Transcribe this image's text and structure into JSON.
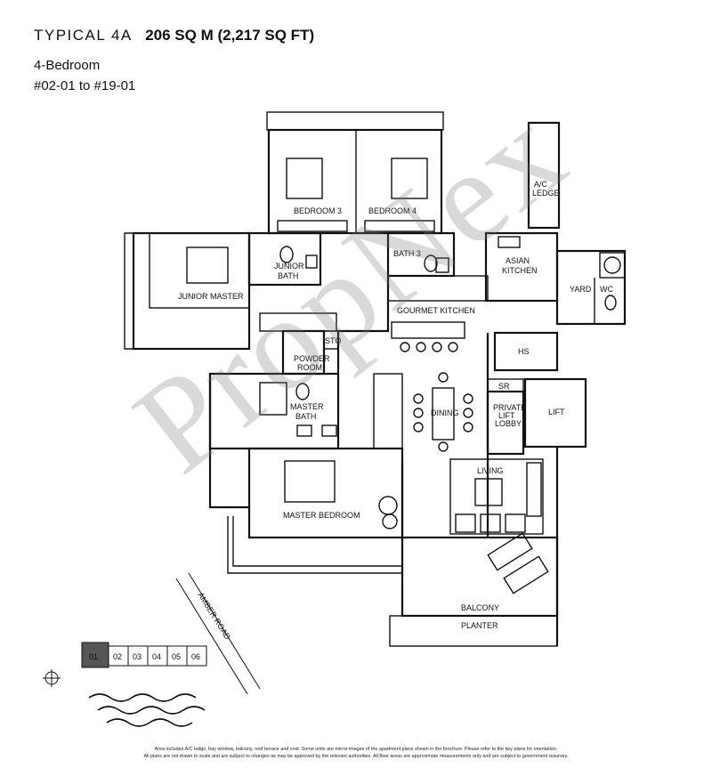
{
  "header": {
    "type_label": "TYPICAL 4A",
    "area": "206 SQ M (2,217 SQ FT)",
    "bedrooms": "4-Bedroom",
    "units": "#02-01 to #19-01"
  },
  "rooms": {
    "bedroom3": "BEDROOM 3",
    "bedroom4": "BEDROOM 4",
    "junior_master": "JUNIOR MASTER",
    "junior_bath_1": "JUNIOR",
    "junior_bath_2": "BATH",
    "bath3": "BATH 3",
    "ac_ledge_1": "A/C",
    "ac_ledge_2": "LEDGE",
    "asian_kitchen_1": "ASIAN",
    "asian_kitchen_2": "KITCHEN",
    "yard": "YARD",
    "wc": "WC",
    "gourmet_kitchen": "GOURMET KITCHEN",
    "powder_room_1": "POWDER",
    "powder_room_2": "ROOM",
    "sto": "STO",
    "hs": "HS",
    "sr": "SR",
    "private_lift_1": "PRIVATE",
    "private_lift_2": "LIFT",
    "private_lift_3": "LOBBY",
    "lift": "LIFT",
    "master_bath_1": "MASTER",
    "master_bath_2": "BATH",
    "dining": "DINING",
    "living": "LIVING",
    "master_bedroom": "MASTER BEDROOM",
    "balcony": "BALCONY",
    "planter": "PLANTER",
    "road": "AMBER ROAD"
  },
  "key_plan": {
    "units": [
      "01",
      "02",
      "03",
      "04",
      "05",
      "06"
    ],
    "highlight": "01"
  },
  "watermark": "PropNex",
  "footer": {
    "line1": "Area includes A/C ledge, bay window, balcony, roof terrace and void. Some units are mirror images of the apartment plans shown in the brochure. Please refer to the key plans for orientation.",
    "line2": "All plans are not drawn to scale and are subject to changes as may be approved by the relevant authorities. All floor areas are approximate measurements only and are subject to government resurvey."
  },
  "colors": {
    "wall": "#111111",
    "key_highlight": "#555555",
    "watermark": "#999999"
  }
}
